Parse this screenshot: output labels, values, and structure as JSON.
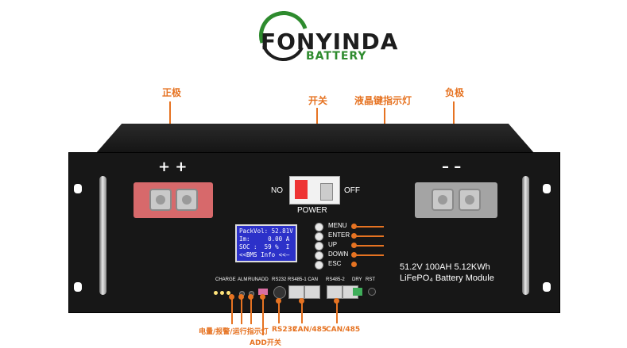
{
  "logo": {
    "name": "FONYINDA",
    "sub": "BATTERY",
    "sub_color": "#2e8b2e"
  },
  "annotations": {
    "positive": "正极",
    "switch": "开关",
    "lcd_keys": "液晶键指示灯",
    "negative": "负极",
    "leds": "电量/报警/运行指示灯",
    "add_switch": "ADD开关",
    "rs232": "RS232",
    "can485_a": "CAN/485",
    "can485_b": "CAN/485",
    "color": "#e67322"
  },
  "panel": {
    "pos_signs": "+ +",
    "neg_signs": "– –",
    "switch_on": "NO",
    "switch_off": "OFF",
    "power": "POWER",
    "spec_line1": "51.2V 100AH 5.12KWh",
    "spec_line2": "LiFePO₄ Battery Module"
  },
  "lcd": {
    "lines": [
      "PackVol: 52.81V",
      "Im:     0.00 A",
      "SOC :  59 %  I",
      "<<BMS Info <<—"
    ]
  },
  "buttons": [
    "MENU",
    "ENTER",
    "UP",
    "DOWN",
    "ESC"
  ],
  "ports": {
    "charge": "CHARGE",
    "alm": "ALM",
    "run": "RUN",
    "add": "ADD",
    "rs232": "RS232",
    "rs485_1": "RS485-1 CAN",
    "rs485_2": "RS485-2",
    "dry": "DRY",
    "rst": "RST"
  }
}
